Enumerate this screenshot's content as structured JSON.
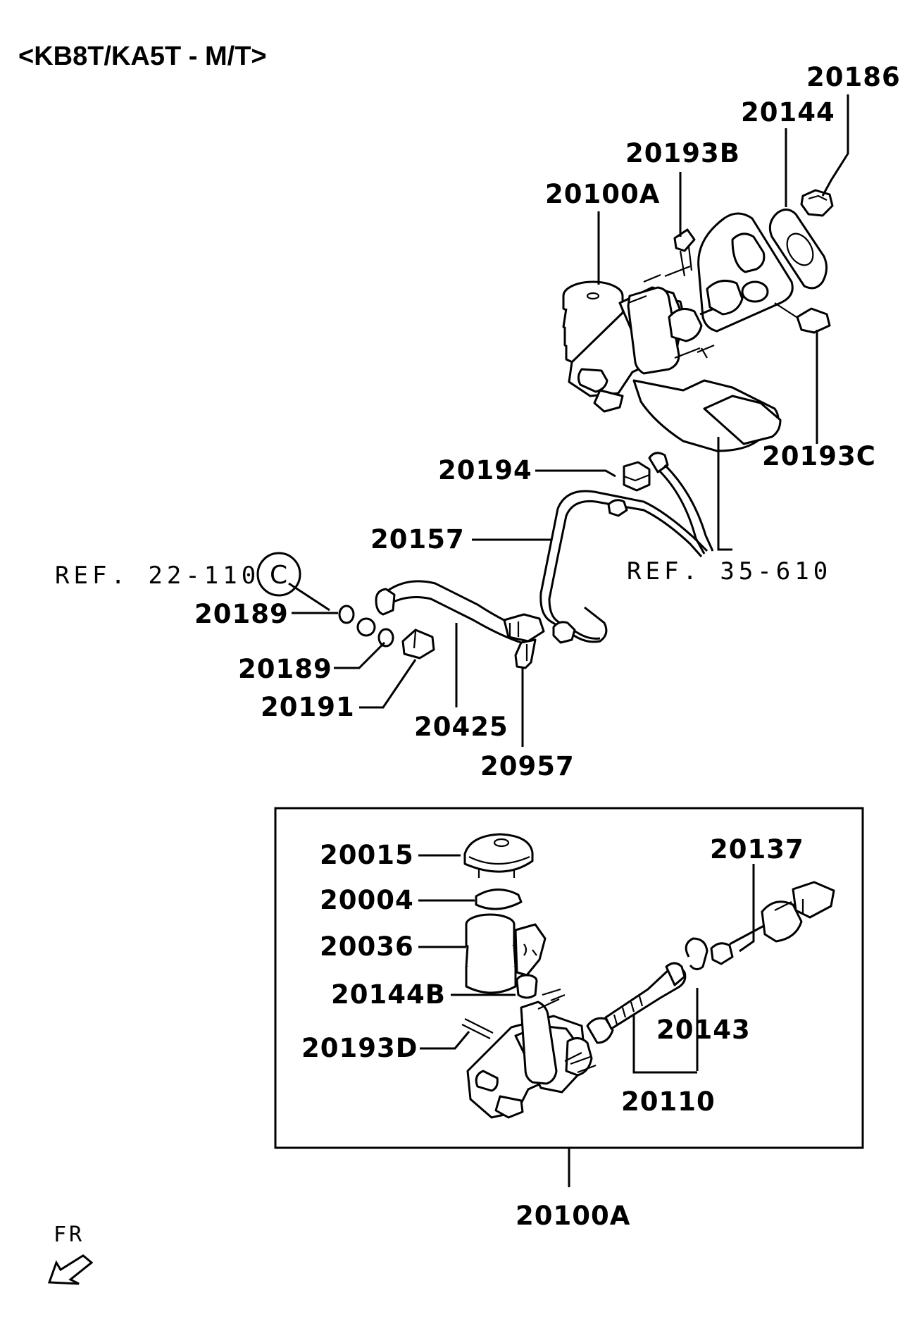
{
  "title": "<KB8T/KA5T - M/T>",
  "labels": {
    "p20186": "20186",
    "p20144": "20144",
    "p20193B": "20193B",
    "p20100A_top": "20100A",
    "p20193C": "20193C",
    "p20194": "20194",
    "p20157": "20157",
    "ref35": "REF. 35-610",
    "ref22": "REF. 22-110",
    "circle_c": "C",
    "p20189a": "20189",
    "p20189b": "20189",
    "p20191": "20191",
    "p20425": "20425",
    "p20957": "20957",
    "p20015": "20015",
    "p20004": "20004",
    "p20036": "20036",
    "p20144B": "20144B",
    "p20193D": "20193D",
    "p20137": "20137",
    "p20143": "20143",
    "p20110": "20110",
    "p20100A_bottom": "20100A",
    "fr": "FR"
  }
}
